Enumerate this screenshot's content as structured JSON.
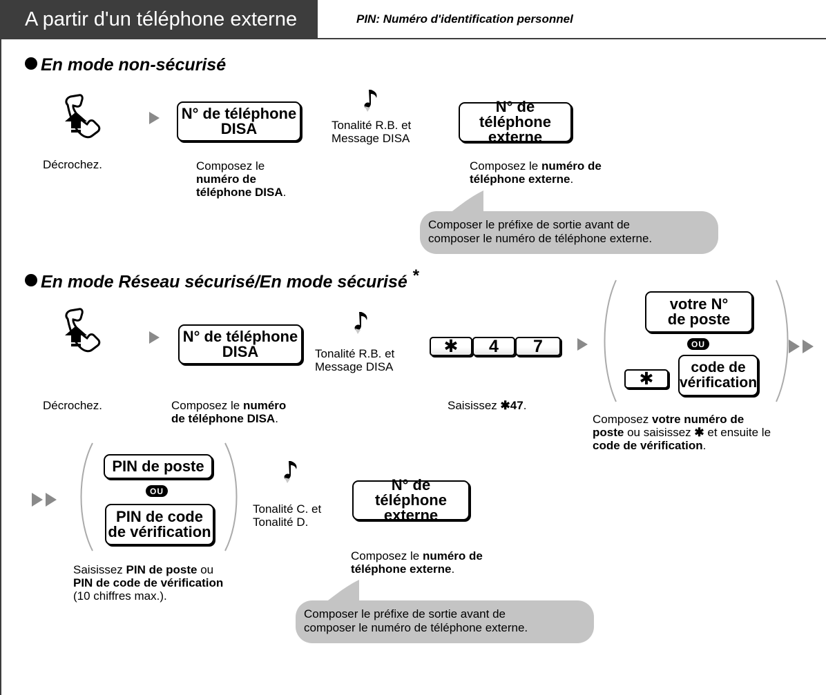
{
  "header": {
    "title": "A partir d'un téléphone externe",
    "pin_note": "PIN: Numéro d'identification personnel"
  },
  "section1": {
    "heading": "En mode non-sécurisé",
    "step_offhook": "Décrochez.",
    "key_disa": [
      "N° de téléphone",
      "DISA"
    ],
    "tone": [
      "Tonalité R.B. et",
      "Message DISA"
    ],
    "dial_disa": [
      "Composez le",
      "numéro de",
      "téléphone DISA",
      "."
    ],
    "key_ext": [
      "N° de téléphone",
      "externe"
    ],
    "dial_ext": [
      "Composez le ",
      "numéro de",
      "téléphone externe",
      "."
    ],
    "bubble": [
      "Composer le préfixe de sortie avant de",
      "composer le numéro de téléphone externe."
    ]
  },
  "section2": {
    "heading": "En mode Réseau sécurisé/En mode sécurisé",
    "asterisk": "*",
    "step_offhook": "Décrochez.",
    "key_disa": [
      "N° de téléphone",
      "DISA"
    ],
    "tone": [
      "Tonalité R.B. et",
      "Message DISA"
    ],
    "dial_disa": [
      "Composez le ",
      "numéro",
      "de téléphone DISA",
      "."
    ],
    "keys_code": [
      "✱",
      "4",
      "7"
    ],
    "enter_code": [
      "Saisissez ",
      "✱47",
      "."
    ],
    "key_ext_no": [
      "votre N°",
      "de poste"
    ],
    "ou": "OU",
    "key_star": "✱",
    "key_verif": [
      "code de",
      "vérification"
    ],
    "dial_ext_no": [
      "Composez ",
      "votre numéro de",
      "poste",
      " ou saisissez ",
      "✱",
      " et ensuite le",
      "code de vérification",
      "."
    ],
    "key_pin_ext": "PIN de poste",
    "key_pin_verif": [
      "PIN de code",
      "de vérification"
    ],
    "enter_pin": [
      "Saisissez ",
      "PIN de poste",
      " ou",
      "PIN de code de vérification",
      "(10 chiffres max.)."
    ],
    "tone2": [
      "Tonalité C. et",
      "Tonalité D."
    ],
    "key_ext": [
      "N° de téléphone",
      "externe"
    ],
    "dial_ext": [
      "Composez le ",
      "numéro de",
      "téléphone externe",
      "."
    ],
    "bubble": [
      "Composer le préfixe de sortie avant de",
      "composer le numéro de téléphone externe."
    ]
  },
  "icons": {
    "handset": "handset-offhook-icon",
    "tone": "musical-note-icon",
    "next": "triangle-arrow-icon",
    "continue": "double-arrow-icon"
  },
  "colors": {
    "header_bg": "#3d3d3d",
    "bubble_bg": "#c4c4c4",
    "arrow": "#8a8a8a"
  }
}
